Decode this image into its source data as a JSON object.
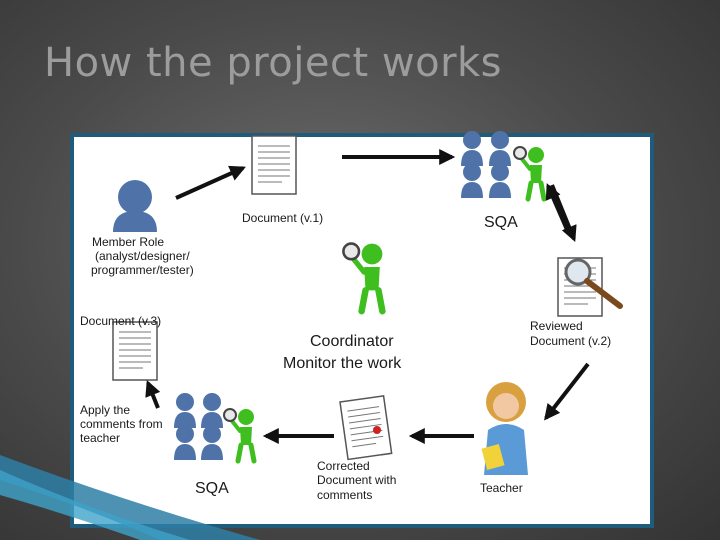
{
  "slide": {
    "title": "How the project works"
  },
  "diagram": {
    "labels": {
      "document_v1": "Document (v.1)",
      "sqa_top": "SQA",
      "member_role_1": "Member Role",
      "member_role_2": "(analyst/designer/",
      "member_role_3": "programmer/tester)",
      "document_v3": "Document (v.3)",
      "coordinator_1": "Coordinator",
      "coordinator_2": "Monitor the work",
      "reviewed_1": "Reviewed",
      "reviewed_2": "Document (v.2)",
      "apply_1": "Apply the",
      "apply_2": "comments from",
      "apply_3": "teacher",
      "sqa_bottom": "SQA",
      "corrected_1": "Corrected",
      "corrected_2": "Document  with",
      "corrected_3": "comments",
      "teacher": "Teacher"
    }
  },
  "colors": {
    "panel_border": "#1f5b7a",
    "person_blue": "#4f73a8",
    "person_green": "#3fbf1f",
    "arrow": "#111111",
    "title": "#9c9c9c"
  }
}
